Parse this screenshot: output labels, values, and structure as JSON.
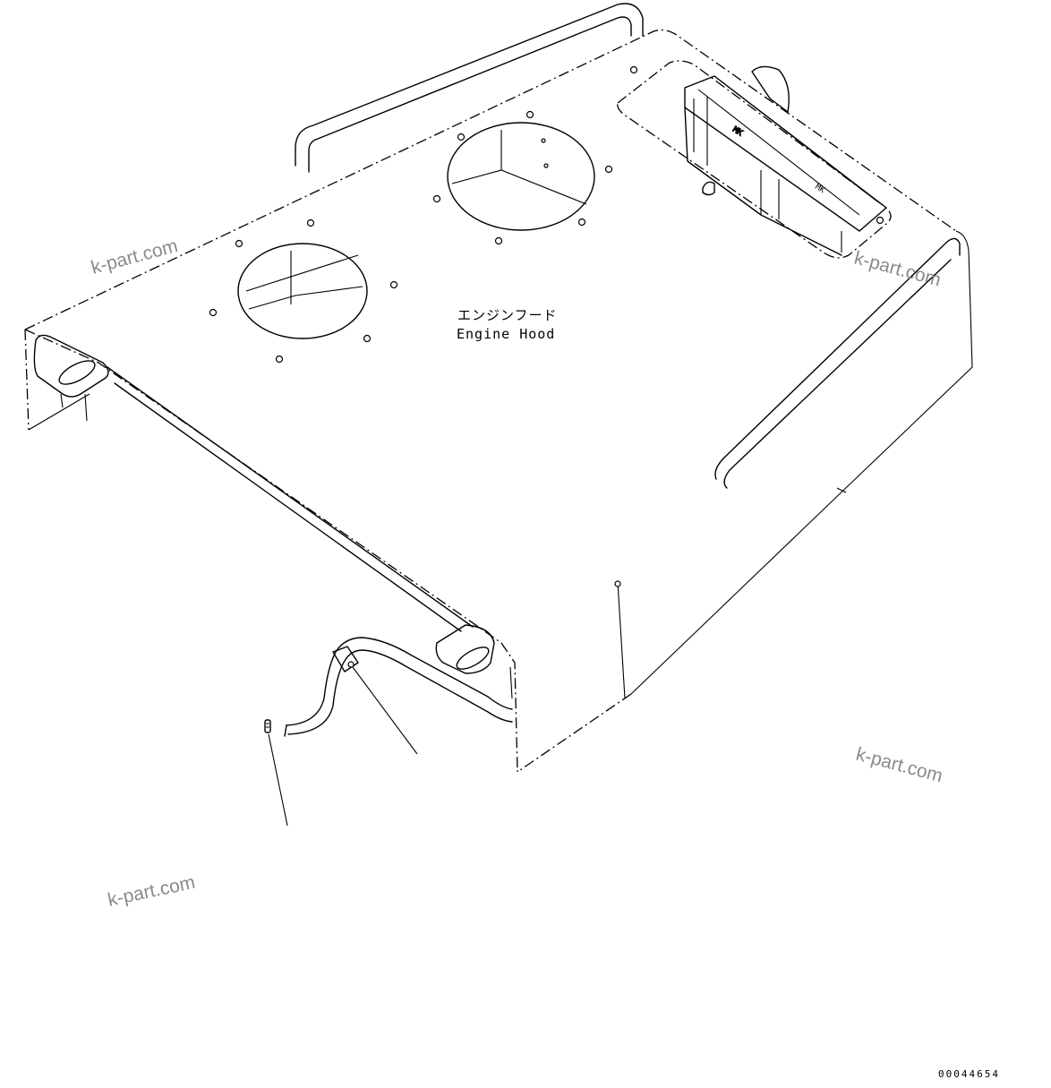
{
  "labels": {
    "part_name_jp": "エンジンフード",
    "part_name_en": "Engine Hood"
  },
  "watermark": "k-part.com",
  "document_number": "00044654"
}
